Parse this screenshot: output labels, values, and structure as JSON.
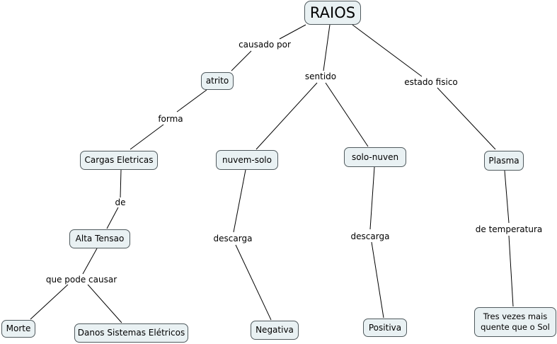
{
  "diagram": {
    "root": "RAIOS",
    "nodes": {
      "atrito": "atrito",
      "cargas": "Cargas Eletricas",
      "alta_tensao": "Alta Tensao",
      "morte": "Morte",
      "danos": "Danos Sistemas Elétricos",
      "nuvem_solo": "nuvem-solo",
      "negativa": "Negativa",
      "solo_nuven": "solo-nuven",
      "positiva": "Positiva",
      "plasma": "Plasma",
      "tres_vezes": "Tres vezes mais quente que o Sol"
    },
    "links": {
      "causado_por": "causado por",
      "sentido": "sentido",
      "estado_fisico": "estado fisico",
      "forma": "forma",
      "de": "de",
      "que_pode_causar": "que pode causar",
      "descarga_1": "descarga",
      "descarga_2": "descarga",
      "de_temperatura": "de temperatura"
    }
  }
}
